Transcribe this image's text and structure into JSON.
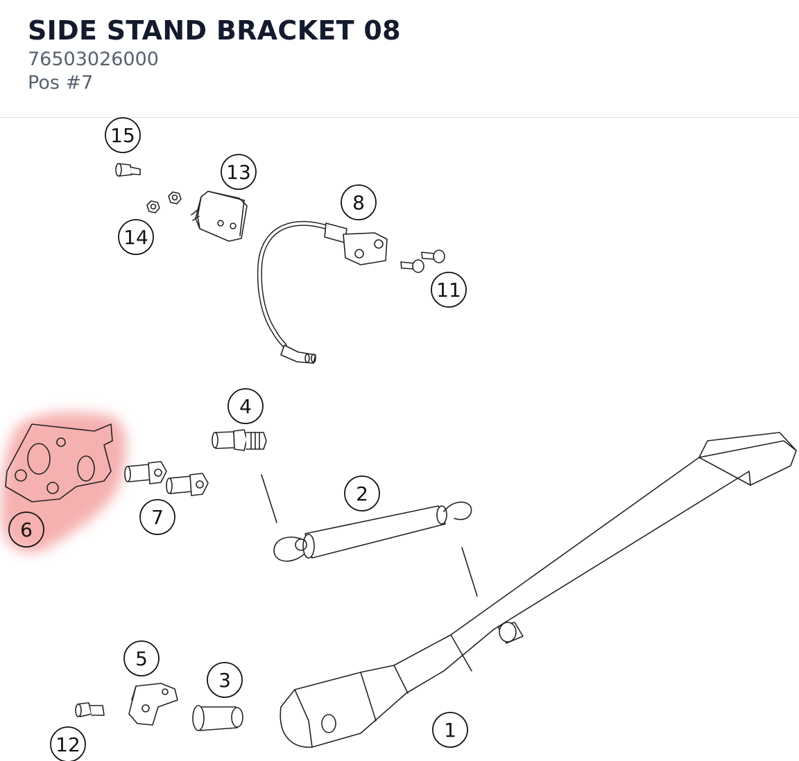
{
  "header": {
    "title": "SIDE STAND BRACKET 08",
    "part_number": "76503026000",
    "position": "Pos #7"
  },
  "highlight": {
    "color": "#f4a3a3",
    "selected_callout": "7"
  },
  "callouts": [
    {
      "id": "c1",
      "label": "1"
    },
    {
      "id": "c2",
      "label": "2"
    },
    {
      "id": "c3",
      "label": "3"
    },
    {
      "id": "c4",
      "label": "4"
    },
    {
      "id": "c5",
      "label": "5"
    },
    {
      "id": "c6",
      "label": "6"
    },
    {
      "id": "c7",
      "label": "7"
    },
    {
      "id": "c8",
      "label": "8"
    },
    {
      "id": "c11",
      "label": "11"
    },
    {
      "id": "c12",
      "label": "12"
    },
    {
      "id": "c13",
      "label": "13"
    },
    {
      "id": "c14",
      "label": "14"
    },
    {
      "id": "c15",
      "label": "15"
    }
  ]
}
